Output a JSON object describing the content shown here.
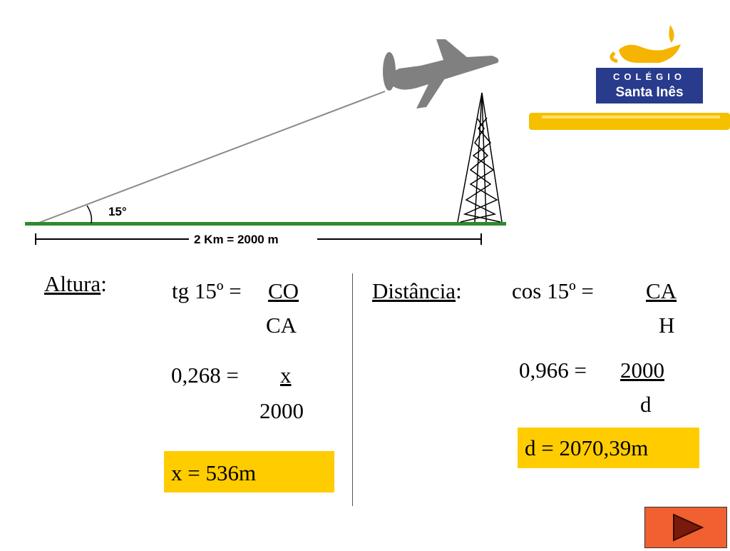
{
  "diagram": {
    "angle_label": "15°",
    "distance_label": "2 Km = 2000 m"
  },
  "logo": {
    "line1": "COLÉGIO",
    "line2": "Santa Inês"
  },
  "altura": {
    "heading": "Altura",
    "heading_colon": ":",
    "eq1_lhs": "tg 15º = ",
    "eq1_num": "CO",
    "eq1_den": "CA",
    "eq2_lhs": "0,268 =",
    "eq2_num": "x",
    "eq2_den": "2000",
    "result": "x = 536m"
  },
  "distancia": {
    "heading": "Distância",
    "heading_colon": ":",
    "eq1_lhs": "cos 15º =",
    "eq1_num": "CA",
    "eq1_den": "H",
    "eq2_lhs": "0,966 =",
    "eq2_num": "2000",
    "eq2_den": "d",
    "result": "d = 2070,39m"
  },
  "colors": {
    "ground": "#2e8b2e",
    "plane": "#808080",
    "highlight": "#ffcc00",
    "nav_button": "#f06030",
    "logo_blue": "#283b8c",
    "logo_gold": "#f5b400"
  },
  "icons": {
    "plane": "airplane-icon",
    "tower": "radio-tower-icon",
    "next": "play-arrow-icon",
    "logo": "oil-lamp-logo"
  }
}
